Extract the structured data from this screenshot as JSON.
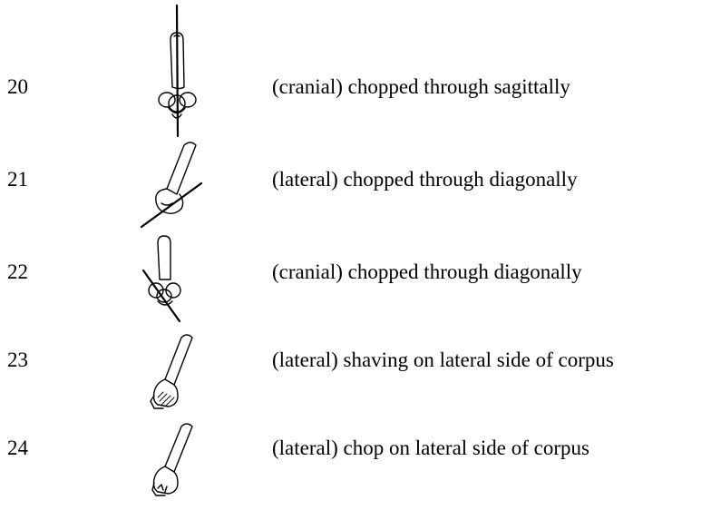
{
  "entries": [
    {
      "number": "20",
      "description": "(cranial) chopped through sagittally",
      "icon": "bone-sagittal-chop-icon"
    },
    {
      "number": "21",
      "description": "(lateral) chopped through diagonally",
      "icon": "bone-diagonal-chop-lateral-icon"
    },
    {
      "number": "22",
      "description": "(cranial) chopped through diagonally",
      "icon": "bone-diagonal-chop-cranial-icon"
    },
    {
      "number": "23",
      "description": "(lateral) shaving on lateral side of corpus",
      "icon": "bone-lateral-shaving-icon"
    },
    {
      "number": "24",
      "description": "(lateral) chop on lateral side of corpus",
      "icon": "bone-lateral-chop-icon"
    }
  ]
}
